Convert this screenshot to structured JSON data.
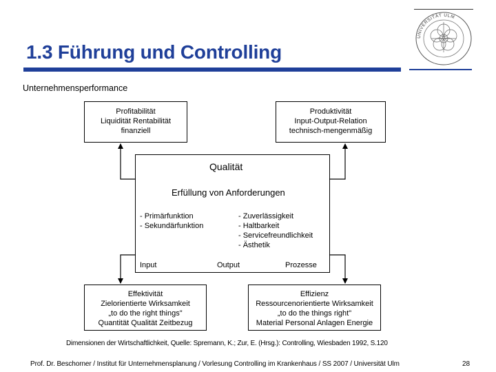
{
  "slide": {
    "title": "1.3 Führung und Controlling",
    "subtitle": "Unternehmensperformance",
    "colors": {
      "accent": "#1f3f99"
    }
  },
  "seal": {
    "ring_text": "UNIVERSITÄT ULM",
    "icon": "university-seal-icon"
  },
  "diagram": {
    "profit_box": {
      "line1": "Profitabilität",
      "line2": "Liquidität Rentabilität",
      "line3": "finanziell"
    },
    "productivity_box": {
      "line1": "Produktivität",
      "line2": "Input-Output-Relation",
      "line3": "technisch-mengenmäßig"
    },
    "quality_box": {
      "heading": "Qualität",
      "subheading": "Erfüllung von Anforderungen",
      "functions": [
        "- Primärfunktion",
        "- Sekundärfunktion"
      ],
      "criteria": [
        "- Zuverlässigkeit",
        "- Haltbarkeit",
        "- Servicefreundlichkeit",
        "- Ästhetik"
      ],
      "flow": {
        "input": "Input",
        "output": "Output",
        "process": "Prozesse"
      }
    },
    "effectiveness_box": {
      "line1": "Effektivität",
      "line2": "Zielorientierte Wirksamkeit",
      "line3": "„to do the right things\"",
      "line4": "Quantität Qualität Zeitbezug"
    },
    "efficiency_box": {
      "line1": "Effizienz",
      "line2": "Ressourcenorientierte Wirksamkeit",
      "line3": "„to do the things right\"",
      "line4": "Material Personal Anlagen Energie"
    }
  },
  "footnote": "Dimensionen der Wirtschaftlichkeit, Quelle: Spremann, K.; Zur, E. (Hrsg.): Controlling, Wiesbaden 1992, S.120",
  "footer": {
    "text": "Prof. Dr. Beschorner / Institut für Unternehmensplanung / Vorlesung Controlling im Krankenhaus / SS 2007 / Universität Ulm",
    "page_number": "28"
  }
}
